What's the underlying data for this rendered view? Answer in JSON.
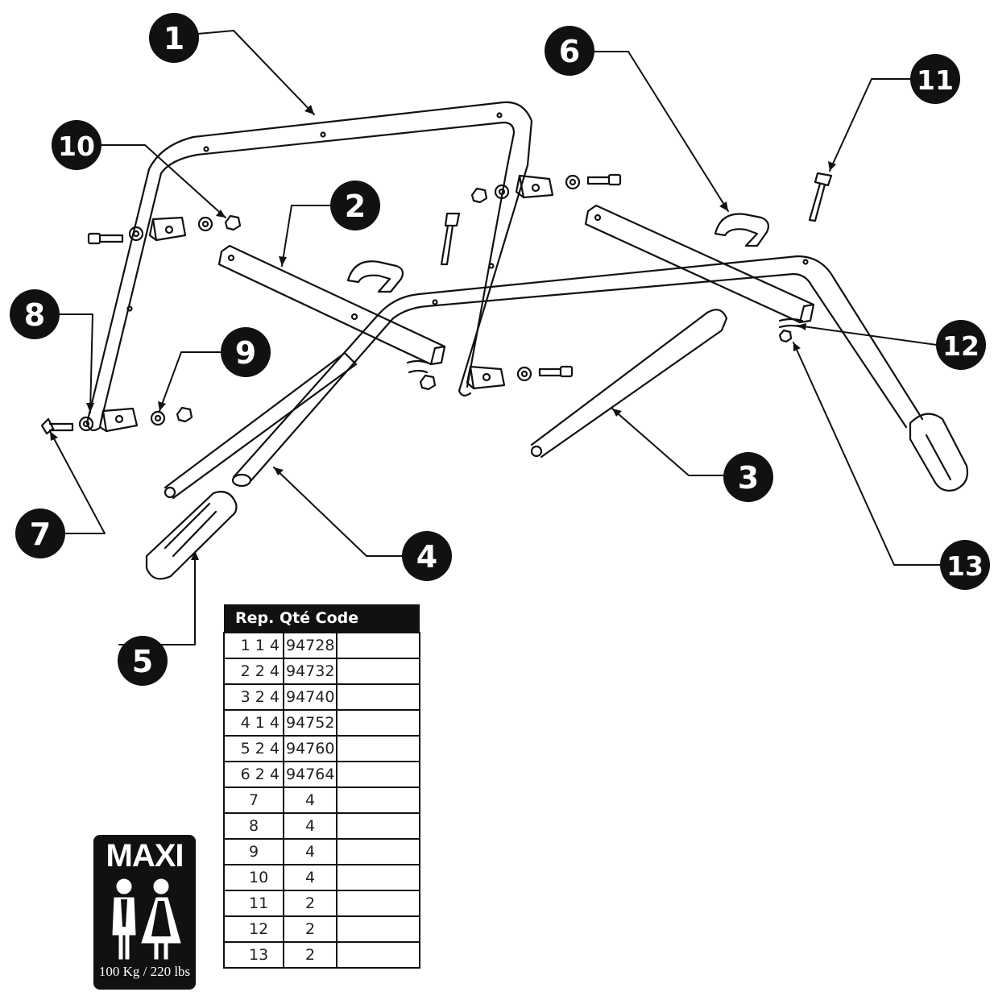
{
  "callouts": [
    {
      "id": 1,
      "label": "1"
    },
    {
      "id": 2,
      "label": "2"
    },
    {
      "id": 3,
      "label": "3"
    },
    {
      "id": 4,
      "label": "4"
    },
    {
      "id": 5,
      "label": "5"
    },
    {
      "id": 6,
      "label": "6"
    },
    {
      "id": 7,
      "label": "7"
    },
    {
      "id": 8,
      "label": "8"
    },
    {
      "id": 9,
      "label": "9"
    },
    {
      "id": 10,
      "label": "10"
    },
    {
      "id": 11,
      "label": "11"
    },
    {
      "id": 12,
      "label": "12"
    },
    {
      "id": 13,
      "label": "13"
    }
  ],
  "parts_table": {
    "header": "Rep. Qté Code",
    "rows": [
      {
        "rep": "1 1 4",
        "code": "94728",
        "qty": ""
      },
      {
        "rep": "2 2 4",
        "code": "94732",
        "qty": ""
      },
      {
        "rep": "3 2 4",
        "code": "94740",
        "qty": ""
      },
      {
        "rep": "4 1 4",
        "code": "94752",
        "qty": ""
      },
      {
        "rep": "5 2 4",
        "code": "94760",
        "qty": ""
      },
      {
        "rep": "6 2 4",
        "code": "94764",
        "qty": ""
      },
      {
        "rep": "7",
        "code": "",
        "qty": "4"
      },
      {
        "rep": "8",
        "code": "",
        "qty": "4"
      },
      {
        "rep": "9",
        "code": "",
        "qty": "4"
      },
      {
        "rep": "10",
        "code": "",
        "qty": "4"
      },
      {
        "rep": "11",
        "code": "",
        "qty": "2"
      },
      {
        "rep": "12",
        "code": "",
        "qty": "2"
      },
      {
        "rep": "13",
        "code": "",
        "qty": "2"
      }
    ]
  },
  "badge": {
    "title": "MAXI",
    "capacity": "100 Kg / 220 lbs"
  },
  "colors": {
    "ink": "#111111",
    "paper": "#ffffff"
  }
}
